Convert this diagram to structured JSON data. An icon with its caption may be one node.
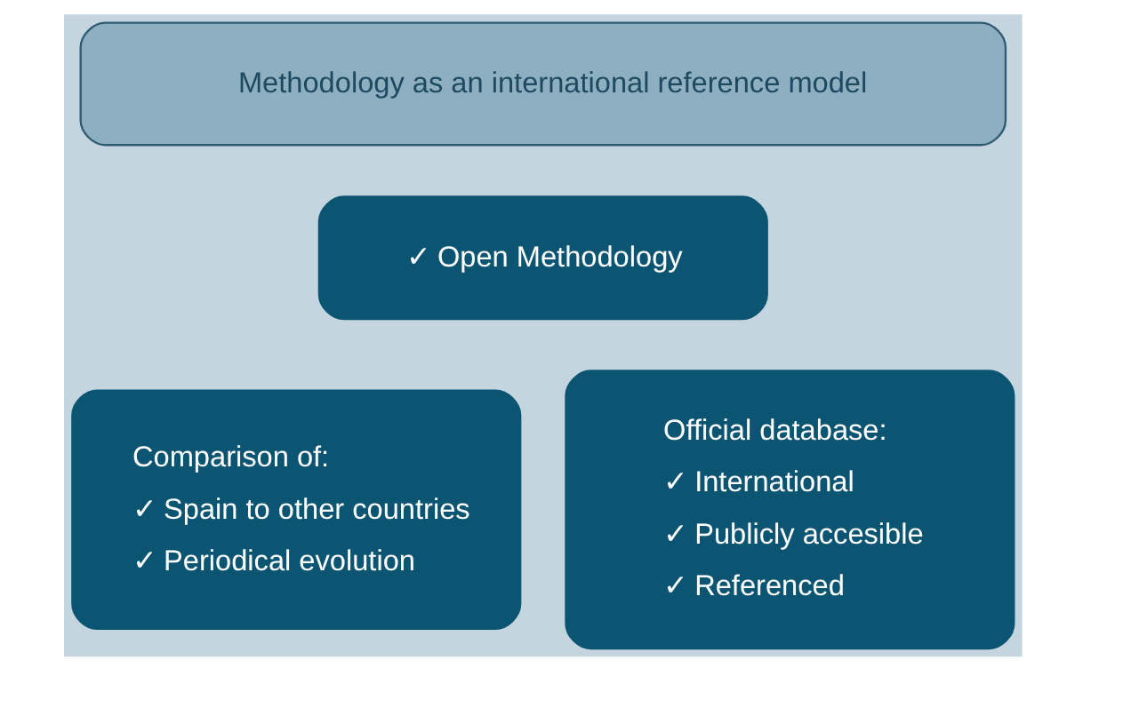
{
  "diagram": {
    "nodes": [
      {
        "text": [
          "Methodology as an international reference model"
        ]
      },
      {
        "text": [
          "✓ Open Methodology"
        ]
      },
      {
        "text": [
          "Comparison of:",
          "✓ Spain to other countries",
          "✓ Periodical evolution"
        ]
      },
      {
        "text": [
          "Official database:",
          "✓ International",
          "✓ Publicly accesible",
          "✓ Referenced"
        ]
      }
    ],
    "edges": []
  }
}
